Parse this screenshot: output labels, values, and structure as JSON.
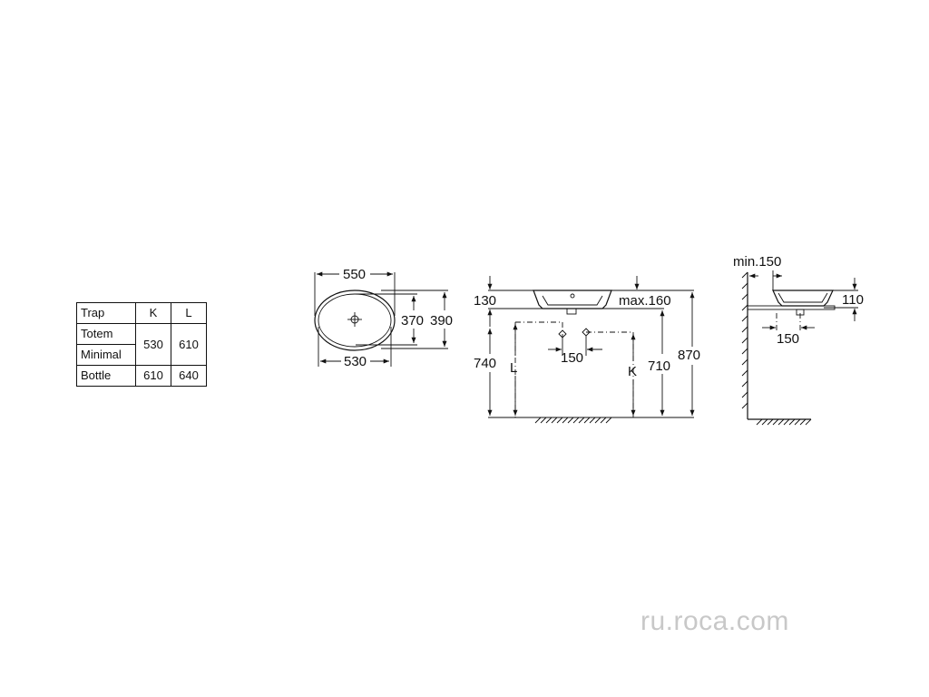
{
  "table": {
    "headers": [
      "Trap",
      "K",
      "L"
    ],
    "rows": [
      {
        "name": "Totem",
        "k": "530",
        "l": "610"
      },
      {
        "name": "Minimal"
      },
      {
        "name": "Bottle",
        "k": "610",
        "l": "640"
      }
    ]
  },
  "top_view": {
    "outer_width": "550",
    "inner_width": "530",
    "inner_depth": "370",
    "outer_depth": "390"
  },
  "front_view": {
    "rim_height": "130",
    "max_label": "max.160",
    "left_height": "740",
    "left_var": "L",
    "offset": "150",
    "right_var": "K",
    "height_710": "710",
    "total_height": "870"
  },
  "side_view": {
    "min_label": "min.150",
    "basin_height": "110",
    "offset": "150"
  },
  "watermark": "ru.roca.com"
}
